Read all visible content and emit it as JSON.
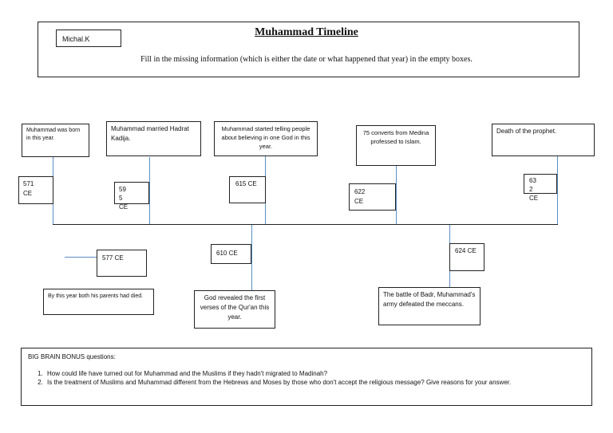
{
  "header": {
    "name": "Michal.K",
    "title": "Muhammad Timeline",
    "instructions": "Fill in the missing information (which is either the date or what happened that year) in the empty boxes."
  },
  "timeline": {
    "events_above": [
      {
        "event": "Muhammad was born in this year.",
        "date_l1": "571",
        "date_l2": "CE"
      },
      {
        "event": "Muhammad married Hadrat Kadija.",
        "date_l1": "59",
        "date_l2": "5",
        "date_l3": "CE"
      },
      {
        "event": "Muhammad started telling people about believing in one God in this year.",
        "date_l1": "615 CE"
      },
      {
        "event": "75 converts from Medina professed to Islam.",
        "date_l1": "622",
        "date_l2": "CE"
      },
      {
        "event": "Death of the prophet.",
        "date_l1": "63",
        "date_l2": "2",
        "date_l3": "CE"
      }
    ],
    "events_below": [
      {
        "date": "577 CE",
        "event": "By this year both his parents had died."
      },
      {
        "date": "610 CE",
        "event": "God revealed the first verses of the Qur'an this year."
      },
      {
        "date": "624 CE",
        "event": "The battle of Badr, Muhammad's army defeated the meccans."
      }
    ]
  },
  "bonus": {
    "heading": "BIG BRAIN BONUS questions:",
    "questions": [
      "How could life have turned out for Muhammad and the Muslims if they hadn't migrated to Madinah?",
      "Is the treatment of Muslims and Muhammad different from the Hebrews and Moses by those who don't accept the religious message? Give reasons for your answer."
    ]
  }
}
